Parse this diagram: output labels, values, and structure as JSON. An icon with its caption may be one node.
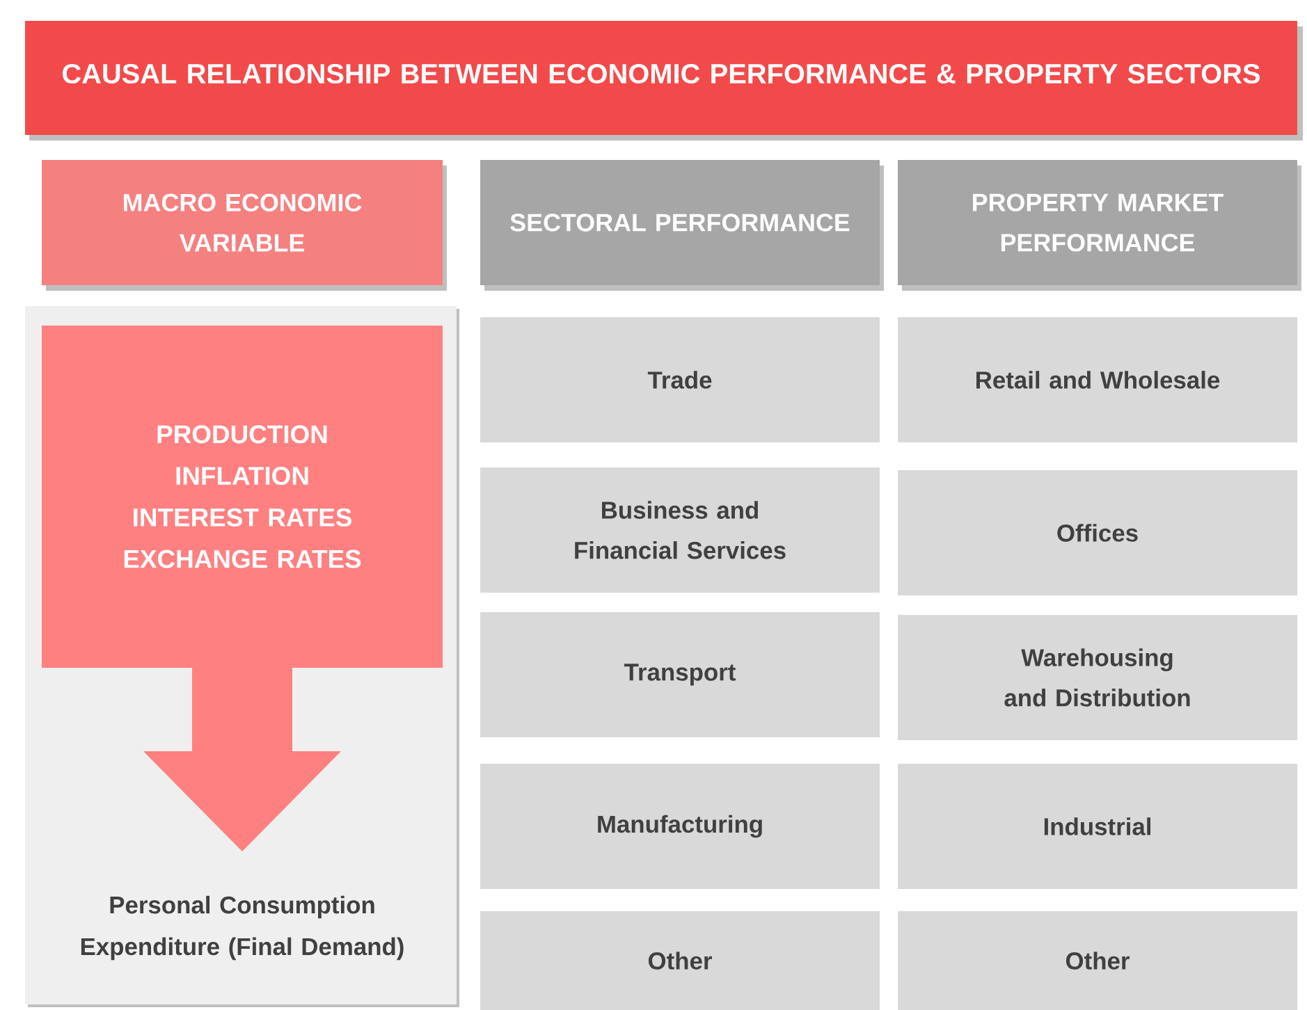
{
  "diagram": {
    "title": "CAUSAL RELATIONSHIP BETWEEN ECONOMIC PERFORMANCE & PROPERTY SECTORS",
    "nodes": [
      {
        "text": [
          "MACRO ECONOMIC VARIABLE"
        ]
      },
      {
        "text": [
          "SECTORAL PERFORMANCE"
        ]
      },
      {
        "text": [
          "PROPERTY MARKET PERFORMANCE"
        ]
      },
      {
        "text": [],
        "shape": "box"
      },
      {
        "text": [
          "PRODUCTION",
          "INFLATION",
          "INTEREST RATES",
          "EXCHANGE RATES"
        ],
        "in": 3
      },
      {
        "text": [
          "Personal Consumption Expenditure (Final Demand)"
        ],
        "in": 3
      },
      {
        "text": [
          "Trade"
        ]
      },
      {
        "text": [
          "Retail and Wholesale"
        ]
      },
      {
        "text": [
          "Business and Financial Services"
        ]
      },
      {
        "text": [
          "Offices"
        ]
      },
      {
        "text": [
          "Transport"
        ]
      },
      {
        "text": [
          "Warehousing and Distribution"
        ]
      },
      {
        "text": [
          "Manufacturing"
        ]
      },
      {
        "text": [
          "Industrial"
        ]
      },
      {
        "text": [
          "Other"
        ]
      },
      {
        "text": [
          "Other"
        ]
      }
    ]
  }
}
